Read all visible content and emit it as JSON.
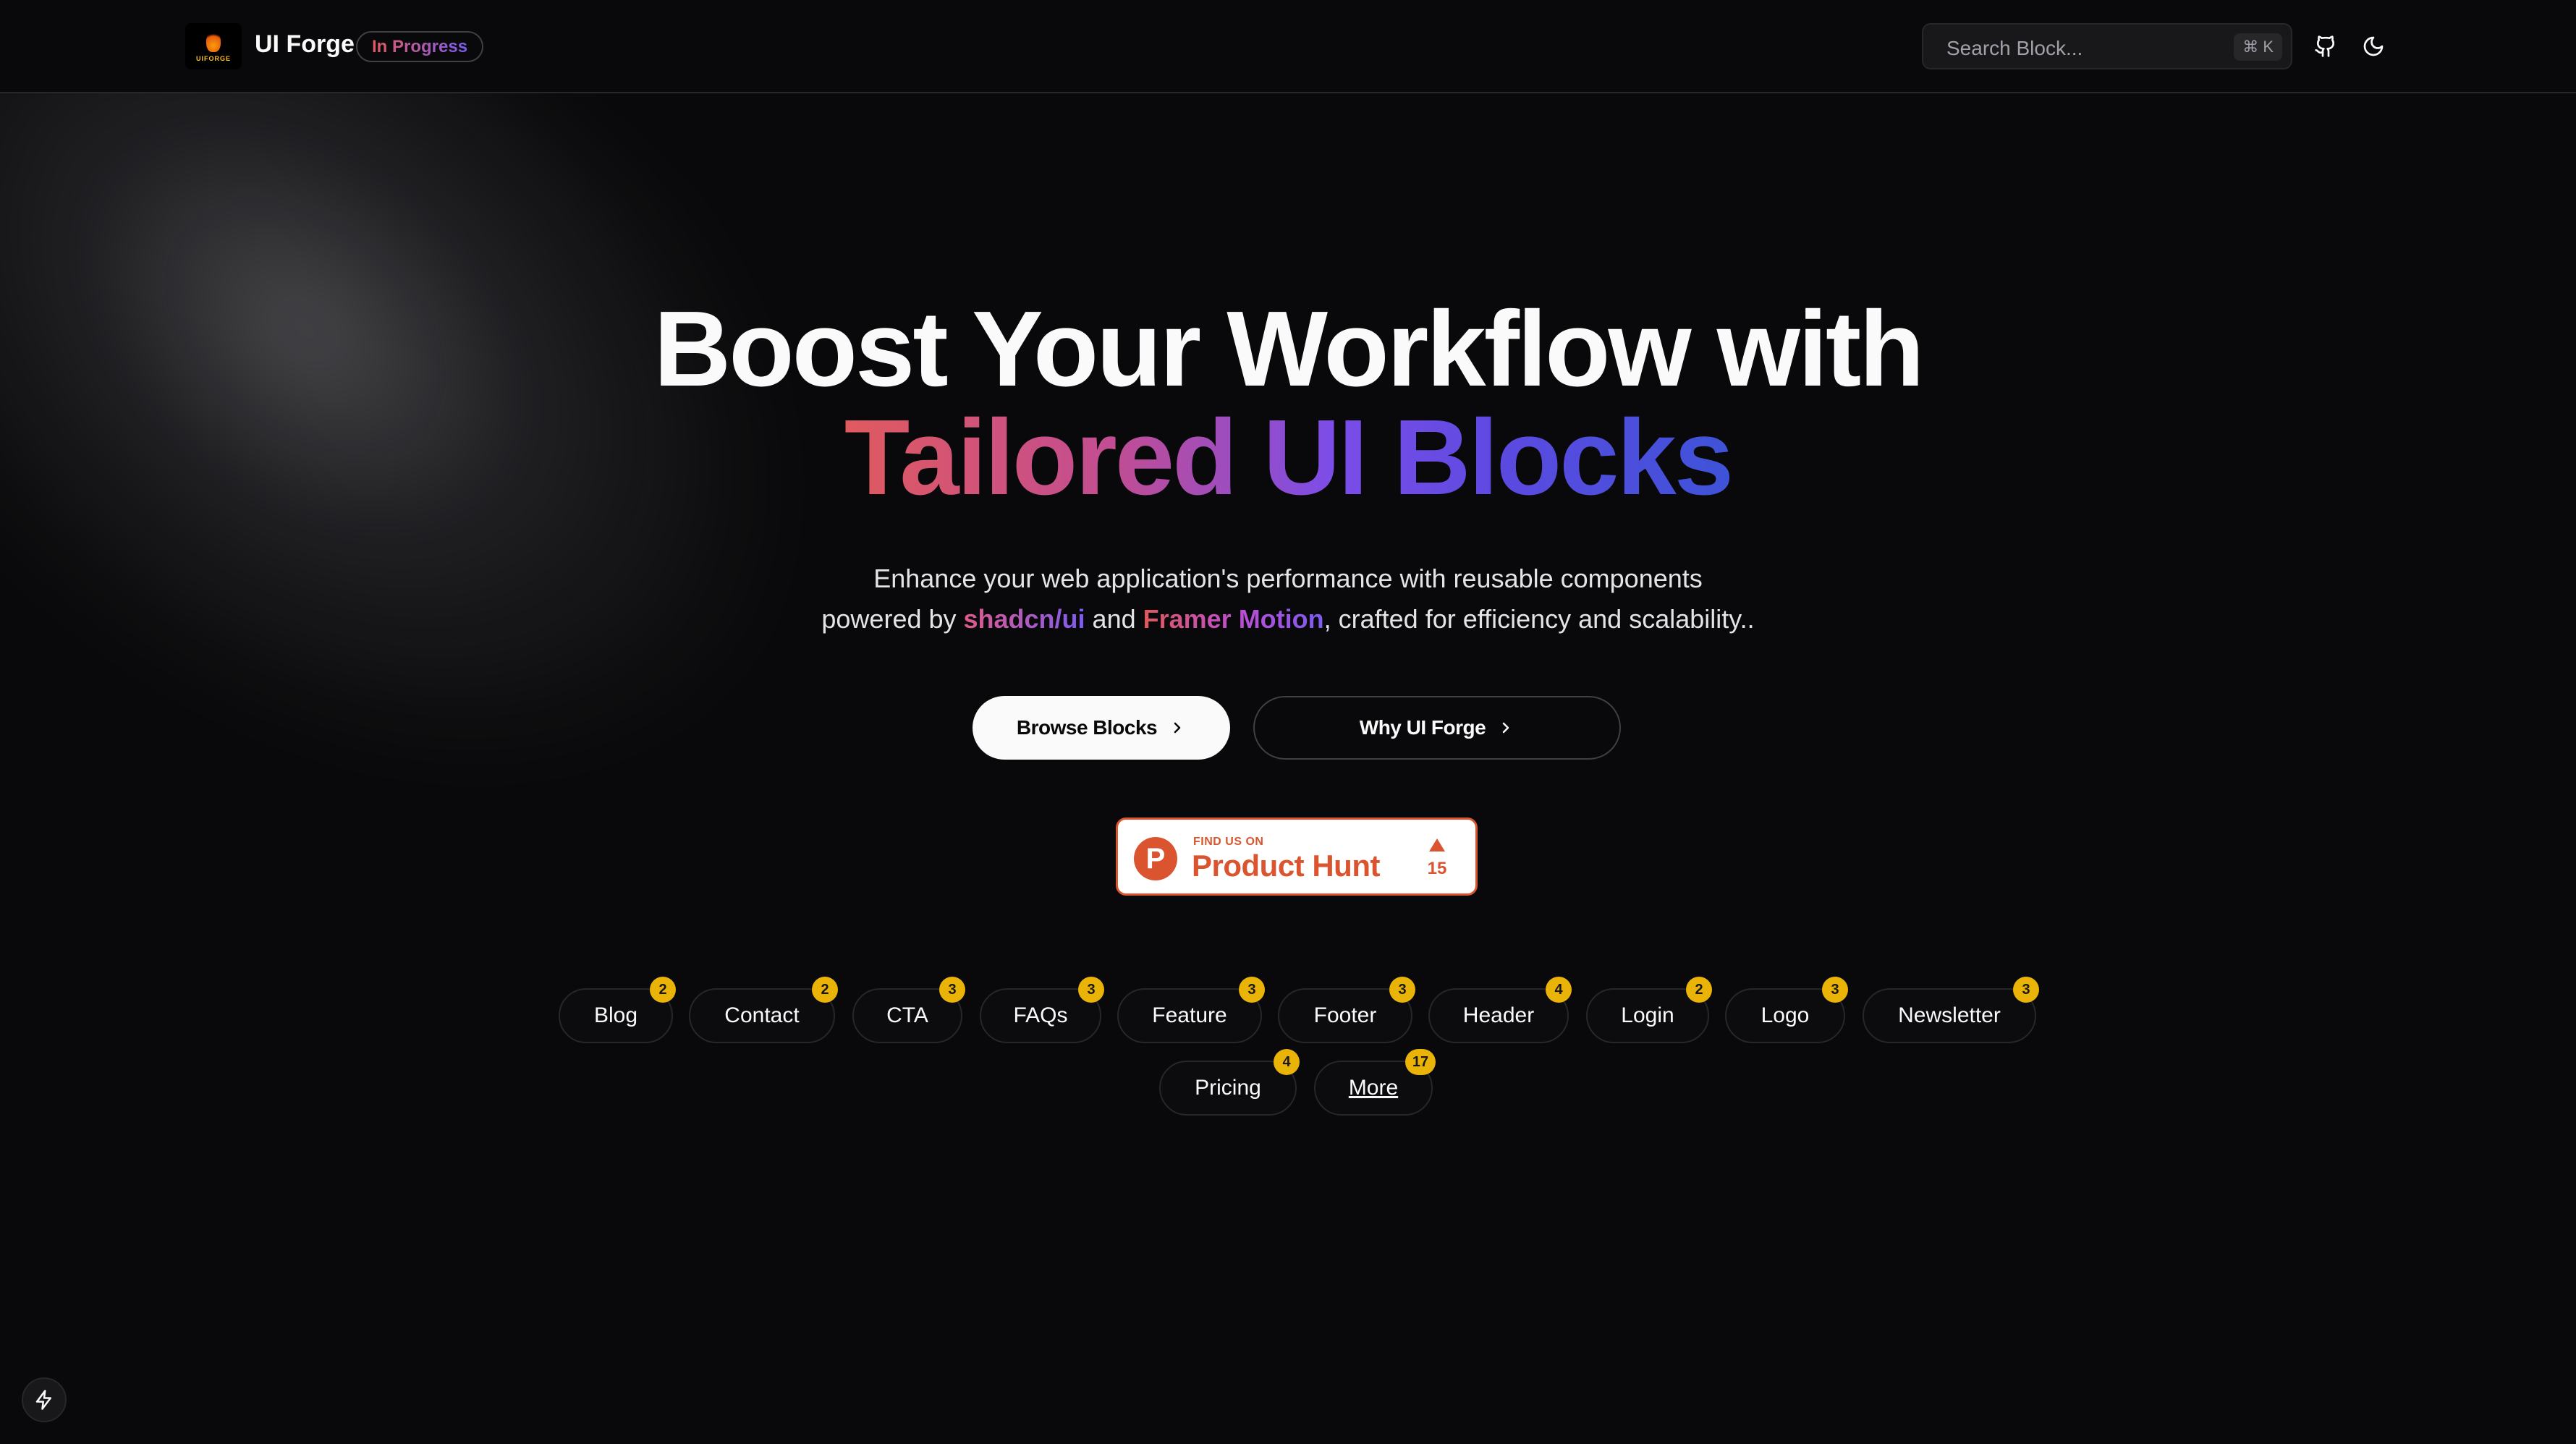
{
  "header": {
    "brand": "UI Forge",
    "logo_text": "UIFORGE",
    "status_badge": "In Progress",
    "search_placeholder": "Search Block...",
    "search_shortcut": "⌘ K"
  },
  "hero": {
    "title_line1": "Boost Your Workflow with",
    "title_line2": "Tailored UI Blocks",
    "subtitle_line1": "Enhance your web application's performance with reusable components",
    "subtitle_powered_by": "powered by ",
    "subtitle_lib1": "shadcn/ui",
    "subtitle_and": " and ",
    "subtitle_lib2": "Framer Motion",
    "subtitle_tail": ", crafted for efficiency and scalability.."
  },
  "buttons": {
    "browse": "Browse Blocks",
    "why": "Why UI Forge"
  },
  "product_hunt": {
    "find": "FIND US ON",
    "name": "Product Hunt",
    "logo_letter": "P",
    "upvotes": "15"
  },
  "categories": [
    {
      "label": "Blog",
      "count": "2"
    },
    {
      "label": "Contact",
      "count": "2"
    },
    {
      "label": "CTA",
      "count": "3"
    },
    {
      "label": "FAQs",
      "count": "3"
    },
    {
      "label": "Feature",
      "count": "3"
    },
    {
      "label": "Footer",
      "count": "3"
    },
    {
      "label": "Header",
      "count": "4"
    },
    {
      "label": "Login",
      "count": "2"
    },
    {
      "label": "Logo",
      "count": "3"
    },
    {
      "label": "Newsletter",
      "count": "3"
    },
    {
      "label": "Pricing",
      "count": "4"
    },
    {
      "label": "More",
      "count": "17"
    }
  ],
  "colors": {
    "background": "#09090b",
    "count_badge": "#eab308",
    "product_hunt": "#da552f"
  }
}
